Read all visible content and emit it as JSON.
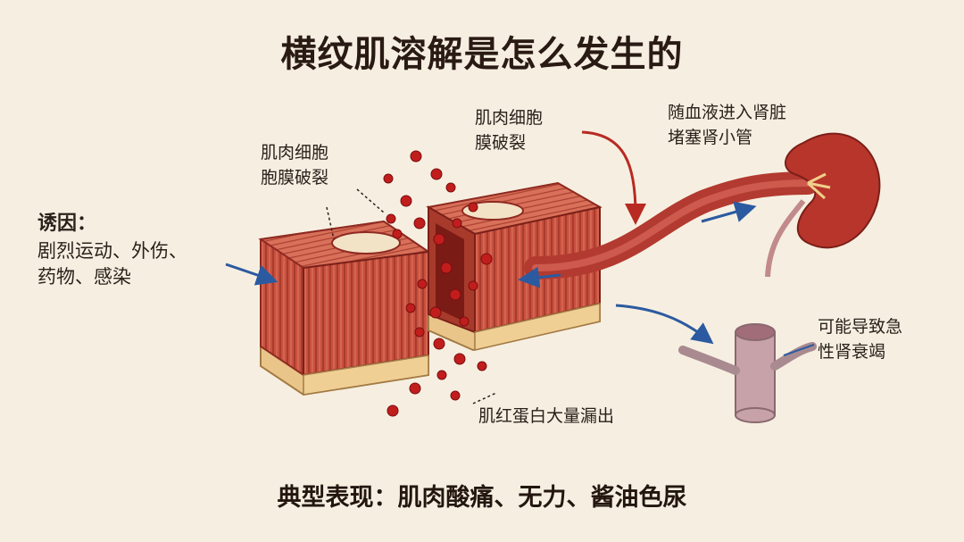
{
  "title": "横纹肌溶解是怎么发生的",
  "cause": {
    "heading": "诱因：",
    "body": "剧烈运动、外伤、\n药物、感染"
  },
  "labels": {
    "left_rupture": "肌肉细胞\n胞膜破裂",
    "top_rupture": "肌肉细胞\n膜破裂",
    "kidney": "随血液进入肾脏\n堵塞肾小管",
    "failure": "可能导致急\n性肾衰竭",
    "myoglobin": "肌红蛋白大量漏出"
  },
  "summary": "典型表现：肌肉酸痛、无力、酱油色尿",
  "colors": {
    "background": "#f6efe1",
    "muscle": "#c8503f",
    "muscle_dark": "#8f2a22",
    "fat": "#f0cf95",
    "blood_cell": "#c21d1d",
    "arrow_red": "#b82a22",
    "arrow_blue": "#2c5aa0",
    "kidney": "#b8352c",
    "tube": "#c7a2a8"
  },
  "icons": [
    "muscle-block-icon",
    "blood-vessel-icon",
    "kidney-icon",
    "renal-tubule-icon",
    "red-blood-cell-icon"
  ]
}
